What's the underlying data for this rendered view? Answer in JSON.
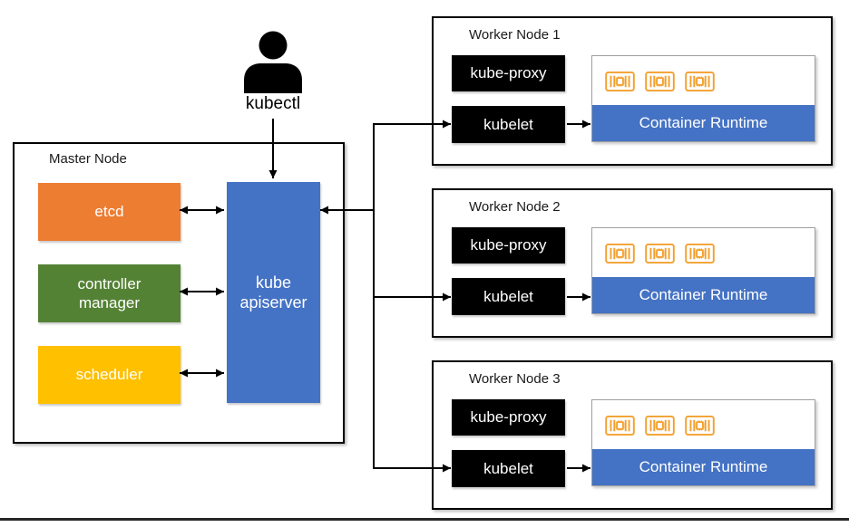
{
  "master": {
    "label": "Master Node",
    "etcd_label": "etcd",
    "controller_label": "controller manager",
    "scheduler_label": "scheduler",
    "apiserver_label": "kube apiserver"
  },
  "client": {
    "label": "kubectl"
  },
  "workers": [
    {
      "label": "Worker Node 1",
      "proxy_label": "kube-proxy",
      "kubelet_label": "kubelet",
      "runtime_label": "Container Runtime",
      "container_count": 3
    },
    {
      "label": "Worker Node 2",
      "proxy_label": "kube-proxy",
      "kubelet_label": "kubelet",
      "runtime_label": "Container Runtime",
      "container_count": 3
    },
    {
      "label": "Worker Node 3",
      "proxy_label": "kube-proxy",
      "kubelet_label": "kubelet",
      "runtime_label": "Container Runtime",
      "container_count": 3
    }
  ],
  "colors": {
    "etcd": "#ED7D31",
    "controller_manager": "#548235",
    "scheduler": "#FFC000",
    "apiserver": "#4472C4",
    "container_runtime_bar": "#4472C4",
    "component_black": "#000000",
    "container_icon": "#F2A02E",
    "connector": "#000000",
    "runtime_border": "#A0A0A0"
  }
}
